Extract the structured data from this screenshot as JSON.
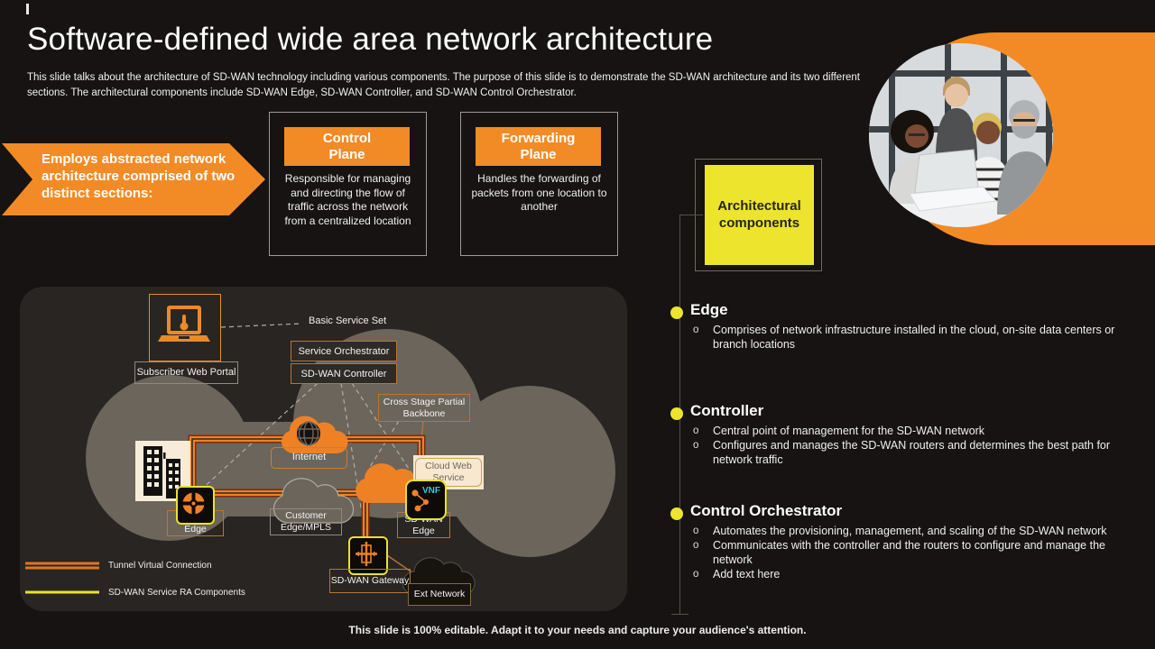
{
  "slide": {
    "title": "Software-defined wide area network architecture",
    "description": "This slide talks about the architecture of SD-WAN technology including various components. The purpose of this slide is to demonstrate the SD-WAN architecture and its two different sections. The architectural components include SD-WAN Edge, SD-WAN Controller, and SD-WAN Control Orchestrator.",
    "footer": "This slide is 100% editable. Adapt it to your needs and capture your audience's attention."
  },
  "arrow_banner": "Employs abstracted network architecture comprised of two distinct sections:",
  "plane_cards": [
    {
      "title": "Control Plane",
      "body": "Responsible for managing and directing the flow of traffic across the network from a centralized location"
    },
    {
      "title": "Forwarding Plane",
      "body": "Handles the forwarding of packets from one location to another"
    }
  ],
  "architectural_components_label": "Architectural components",
  "sections": [
    {
      "heading": "Edge",
      "bullets": [
        "Comprises of network infrastructure installed in the cloud, on-site data centers or branch locations"
      ]
    },
    {
      "heading": "Controller",
      "bullets": [
        "Central point of management for the SD-WAN network",
        "Configures and manages the SD-WAN routers and determines the best path for network traffic"
      ]
    },
    {
      "heading": "Control Orchestrator",
      "bullets": [
        "Automates the provisioning,  management, and scaling of the SD-WAN network",
        "Communicates with the controller and the routers to configure and manage the network",
        "Add text here"
      ]
    }
  ],
  "diagram": {
    "labels": {
      "subscriber_web_portal": "Subscriber Web Portal",
      "basic_service_set": "Basic Service Set",
      "service_orchestrator": "Service Orchestrator",
      "sdwan_controller": "SD-WAN Controller",
      "cross_stage": "Cross Stage Partial Backbone",
      "internet": "Internet",
      "customer_edge": "Customer Edge/MPLS",
      "cloud_web_service": "Cloud Web Service",
      "sdwan_edge_left": "SD-WAN Edge",
      "sdwan_edge_right": "SD-WAN Edge",
      "vnf": "VNF",
      "sdwan_gateway": "SD-WAN Gateway",
      "ext_network": "Ext Network"
    },
    "legend": [
      {
        "label": "Tunnel  Virtual Connection",
        "color": "#e2751d",
        "style": "double-orange-line"
      },
      {
        "label": "SD-WAN Service RA Components",
        "color": "#e8e22e",
        "style": "single-yellow-line"
      }
    ]
  },
  "colors": {
    "accent_orange": "#f28b25",
    "accent_yellow": "#ece42d",
    "background": "#161312",
    "panel": "#292522",
    "cloud_gray": "#6b655c"
  }
}
